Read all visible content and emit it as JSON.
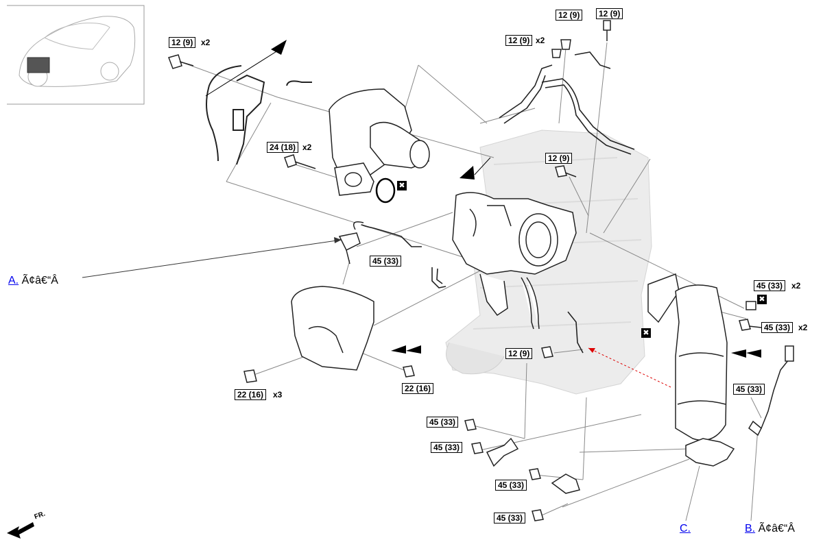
{
  "torque_specs": [
    {
      "id": "top-left-bolt",
      "value": "12 (9)",
      "qty": "x2"
    },
    {
      "id": "top-mid-bolt",
      "value": "12 (9)",
      "qty": "x2"
    },
    {
      "id": "top-nut",
      "value": "12 (9)",
      "qty": ""
    },
    {
      "id": "top-right-bolt",
      "value": "12 (9)",
      "qty": ""
    },
    {
      "id": "intake-bolt",
      "value": "24 (18)",
      "qty": "x2"
    },
    {
      "id": "engine-bolt",
      "value": "12 (9)",
      "qty": ""
    },
    {
      "id": "sensor-a",
      "value": "45 (33)",
      "qty": ""
    },
    {
      "id": "right-nut",
      "value": "45 (33)",
      "qty": "x2"
    },
    {
      "id": "right-stud",
      "value": "45 (33)",
      "qty": "x2"
    },
    {
      "id": "bracket-bolt",
      "value": "12 (9)",
      "qty": ""
    },
    {
      "id": "heat-shield-bolt",
      "value": "22 (16)",
      "qty": "x3"
    },
    {
      "id": "heat-shield-bolt-2",
      "value": "22 (16)",
      "qty": ""
    },
    {
      "id": "sensor-b",
      "value": "45 (33)",
      "qty": ""
    },
    {
      "id": "stay-bolt-1",
      "value": "45 (33)",
      "qty": ""
    },
    {
      "id": "stay-bolt-2",
      "value": "45 (33)",
      "qty": ""
    },
    {
      "id": "stay-bolt-3",
      "value": "45 (33)",
      "qty": ""
    },
    {
      "id": "stay-bolt-4",
      "value": "45 (33)",
      "qty": ""
    }
  ],
  "callouts": {
    "a": {
      "link": "A.",
      "text": "Ã¢â€“Â"
    },
    "b": {
      "link": "B.",
      "text": "Ã¢â€“Â"
    },
    "c": {
      "link": "C.",
      "text": ""
    }
  },
  "front_label": "FR.",
  "replace_symbol": "✖"
}
